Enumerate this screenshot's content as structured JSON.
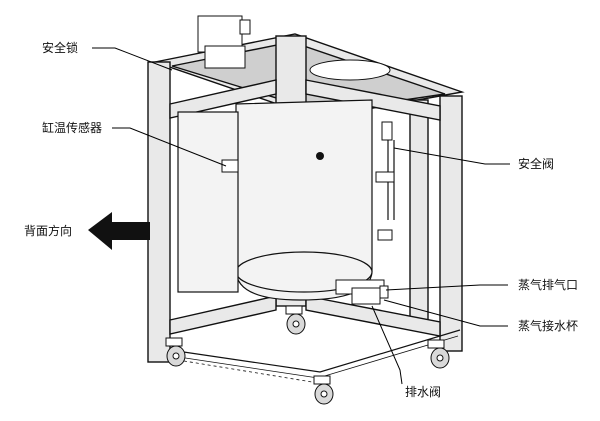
{
  "labels": {
    "safety_lock": "安全锁",
    "tank_temp_sensor": "缸温传感器",
    "back_direction": "背面方向",
    "safety_valve": "安全阀",
    "steam_exhaust": "蒸气排气口",
    "steam_water_cup": "蒸气接水杯",
    "drain_valve": "排水阀"
  },
  "colors": {
    "line": "#000000",
    "frame": "#e9e9e9",
    "arrow": "#111111"
  }
}
